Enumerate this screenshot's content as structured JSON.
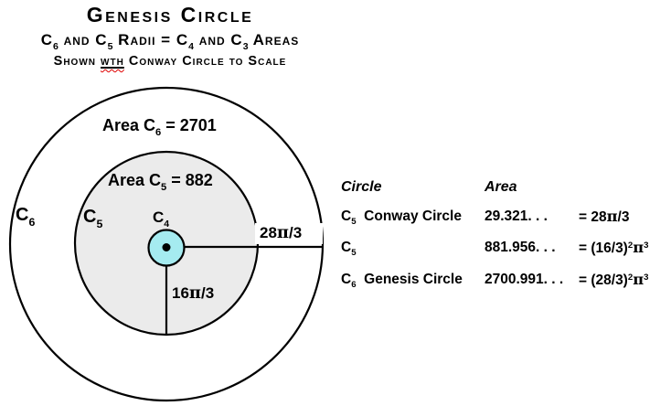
{
  "title": {
    "line1": "Genesis Circle",
    "line2": [
      {
        "t": "C"
      },
      {
        "t": "6",
        "s": "sub"
      },
      {
        "t": " and C"
      },
      {
        "t": "5",
        "s": "sub"
      },
      {
        "t": " Radii = C"
      },
      {
        "t": "4",
        "s": "sub"
      },
      {
        "t": " and C"
      },
      {
        "t": "3",
        "s": "sub"
      },
      {
        "t": " Areas"
      }
    ],
    "line3": [
      {
        "t": "Shown "
      },
      {
        "t": "wth",
        "s": "misspell"
      },
      {
        "t": " Conway Circle to Scale"
      }
    ]
  },
  "diagram": {
    "circle_labels": {
      "area_c6": [
        {
          "t": "Area C"
        },
        {
          "t": "6",
          "s": "sub"
        },
        {
          "t": " = 2701"
        }
      ],
      "area_c5": [
        {
          "t": "Area C"
        },
        {
          "t": "5",
          "s": "sub"
        },
        {
          "t": " = 882"
        }
      ],
      "c6": [
        {
          "t": "C"
        },
        {
          "t": "6",
          "s": "sub"
        }
      ],
      "c5": [
        {
          "t": "C"
        },
        {
          "t": "5",
          "s": "sub"
        }
      ],
      "c4": [
        {
          "t": "C"
        },
        {
          "t": "4",
          "s": "sub"
        }
      ]
    },
    "radius_labels": {
      "c6_radius": [
        {
          "t": "28"
        },
        {
          "t": "π",
          "s": "pi"
        },
        {
          "t": "/3"
        }
      ],
      "c5_radius": [
        {
          "t": "16"
        },
        {
          "t": "π",
          "s": "pi"
        },
        {
          "t": "/3"
        }
      ]
    },
    "colors": {
      "c6_fill": "#ffffff",
      "c5_fill": "#ebebeb",
      "c4_fill": "#a5ebf0",
      "stroke": "#000000",
      "center_dot": "#000000",
      "misspell_underline": "#e00000"
    }
  },
  "table": {
    "col_circle": "Circle",
    "col_area": "Area",
    "rows": [
      {
        "label": [
          {
            "t": "C"
          },
          {
            "t": "5",
            "s": "sub"
          },
          {
            "t": "  Conway Circle"
          }
        ],
        "value": "29.321. . .",
        "formula": [
          {
            "t": "= 28"
          },
          {
            "t": "π",
            "s": "pi"
          },
          {
            "t": "/3"
          }
        ]
      },
      {
        "label": [
          {
            "t": "C"
          },
          {
            "t": "5",
            "s": "sub"
          }
        ],
        "value": "881.956. . .",
        "formula": [
          {
            "t": "= (16/3)"
          },
          {
            "t": "2",
            "s": "sup"
          },
          {
            "t": "π",
            "s": "pi"
          },
          {
            "t": "3",
            "s": "sup"
          }
        ]
      },
      {
        "label": [
          {
            "t": "C"
          },
          {
            "t": "6",
            "s": "sub"
          },
          {
            "t": "  Genesis Circle"
          }
        ],
        "value": "2700.991. . .",
        "formula": [
          {
            "t": "= (28/3)"
          },
          {
            "t": "2",
            "s": "sup"
          },
          {
            "t": "π",
            "s": "pi"
          },
          {
            "t": "3",
            "s": "sup"
          }
        ]
      }
    ]
  }
}
